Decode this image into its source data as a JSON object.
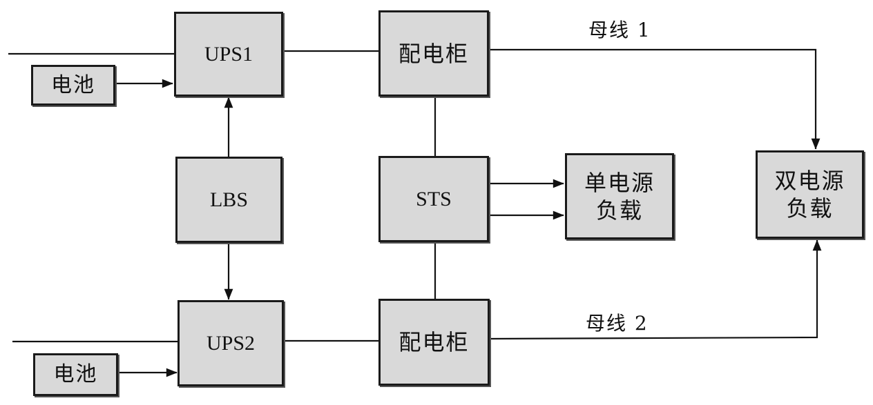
{
  "diagram": {
    "nodes": {
      "ups1": "UPS1",
      "ups2": "UPS2",
      "lbs": "LBS",
      "sts": "STS",
      "cabinet1": "配电柜",
      "cabinet2": "配电柜",
      "battery1": "电池",
      "battery2": "电池",
      "single_load": [
        "单电源",
        "负载"
      ],
      "dual_load": [
        "双电源",
        "负载"
      ]
    },
    "labels": {
      "bus1": "母线 1",
      "bus2": "母线 2"
    }
  }
}
